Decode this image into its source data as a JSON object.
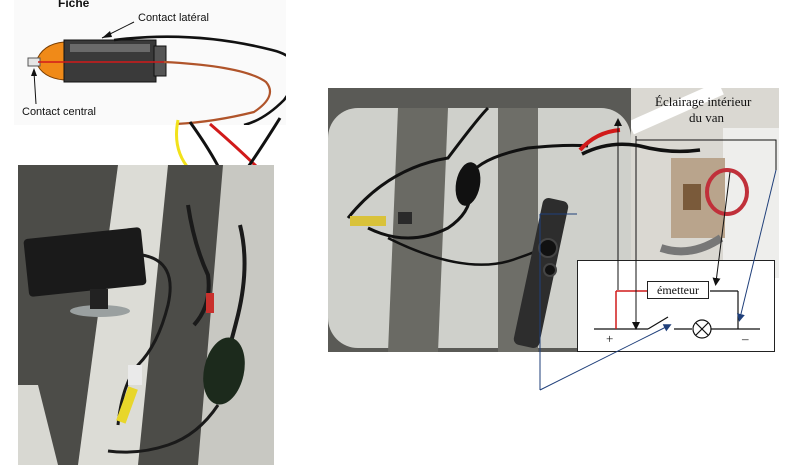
{
  "top_diagram": {
    "heading_partial": "Fiche",
    "label_lateral": "Contact latéral",
    "label_central": "Contact central"
  },
  "light_photo": {
    "caption_line1": "Éclairage intérieur",
    "caption_line2": "du van"
  },
  "circuit": {
    "emitter_label": "émetteur",
    "plus_label": "+",
    "minus_label": "–"
  },
  "colors": {
    "wire_red": "#d11a1a",
    "wire_black": "#111111",
    "wire_yellow": "#f2e21b",
    "wire_brown": "#b0542a",
    "plug_orange": "#f08a18",
    "arrow_blue": "#1f3f7a"
  }
}
